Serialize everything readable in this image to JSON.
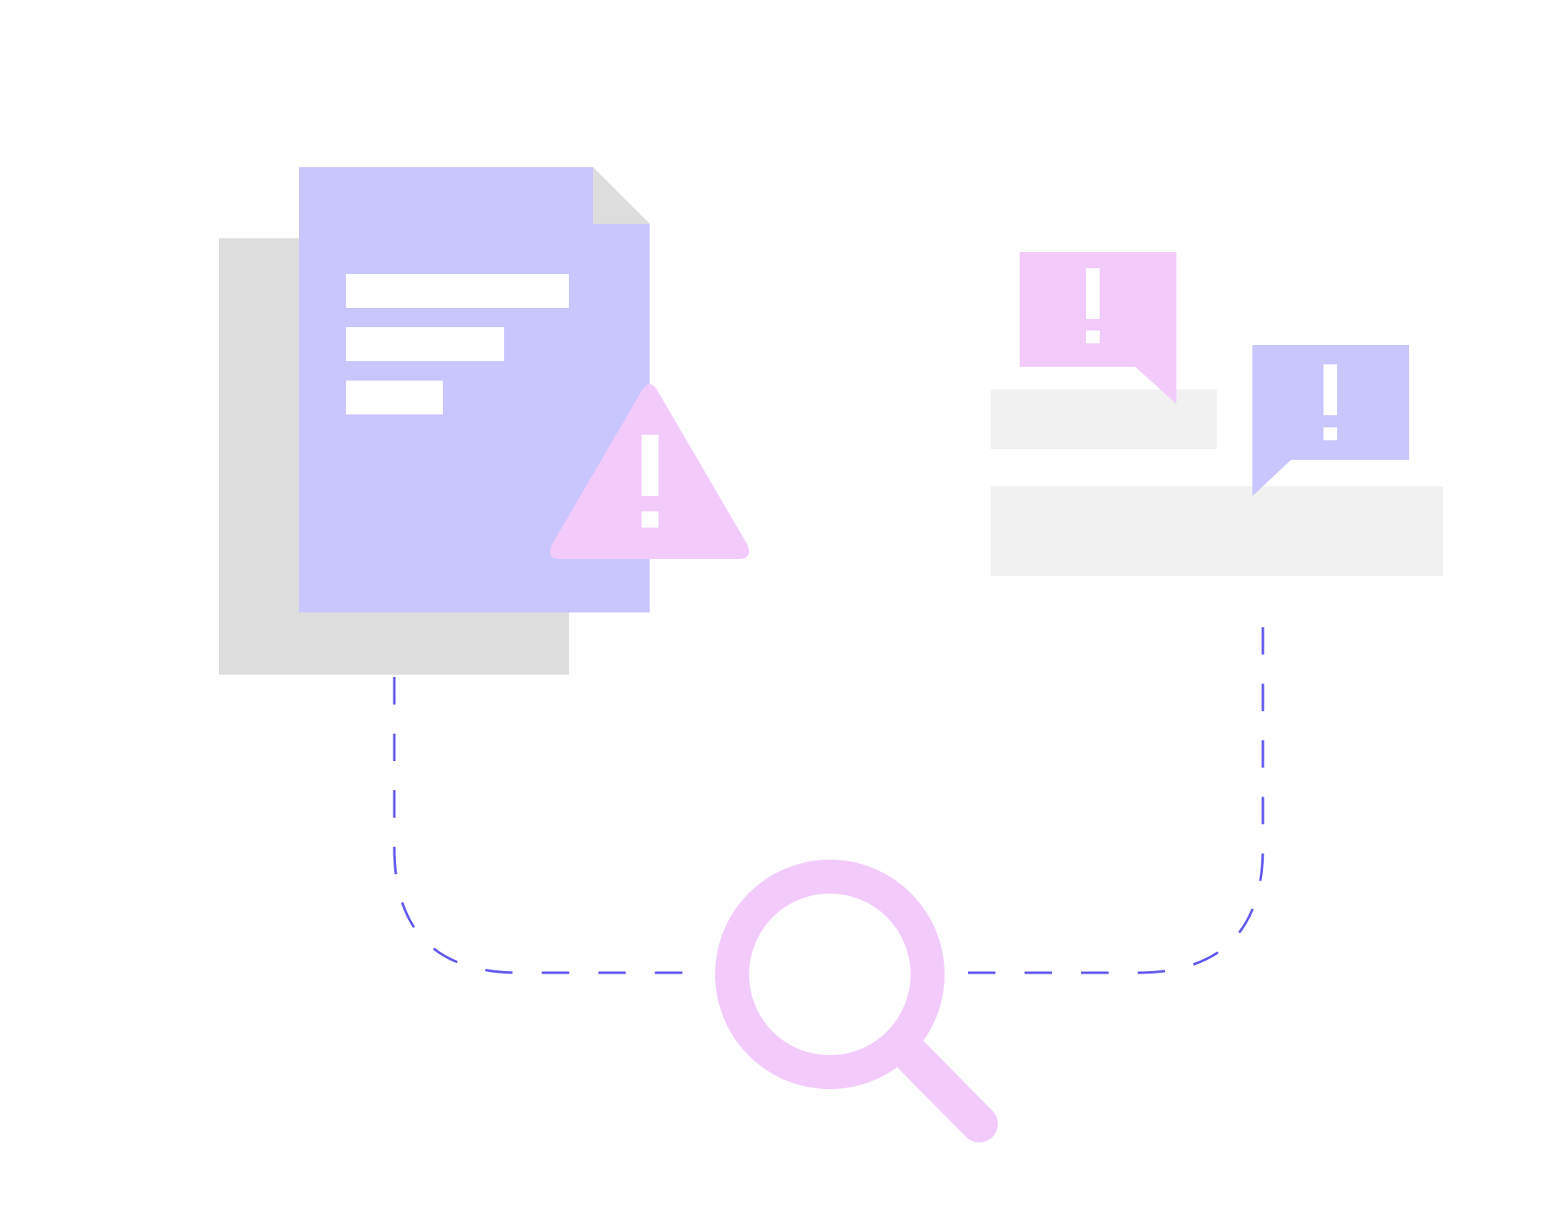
{
  "illustration": {
    "theme": "document issue detection",
    "colors": {
      "document_purple": "#C9C5FD",
      "alert_pink": "#F2CBFB",
      "shadow_gray": "#DDDDDD",
      "placeholder_gray": "#F1F1F1",
      "connector_blue": "#6157EE",
      "text_line_white": "#FFFFFF"
    },
    "icons": [
      "document-icon",
      "warning-triangle-icon",
      "exclamation-icon",
      "speech-bubble-alert-icon",
      "magnifier-icon"
    ],
    "document": {
      "text_line_count": 3
    },
    "alerts": {
      "callout_count": 2
    }
  }
}
